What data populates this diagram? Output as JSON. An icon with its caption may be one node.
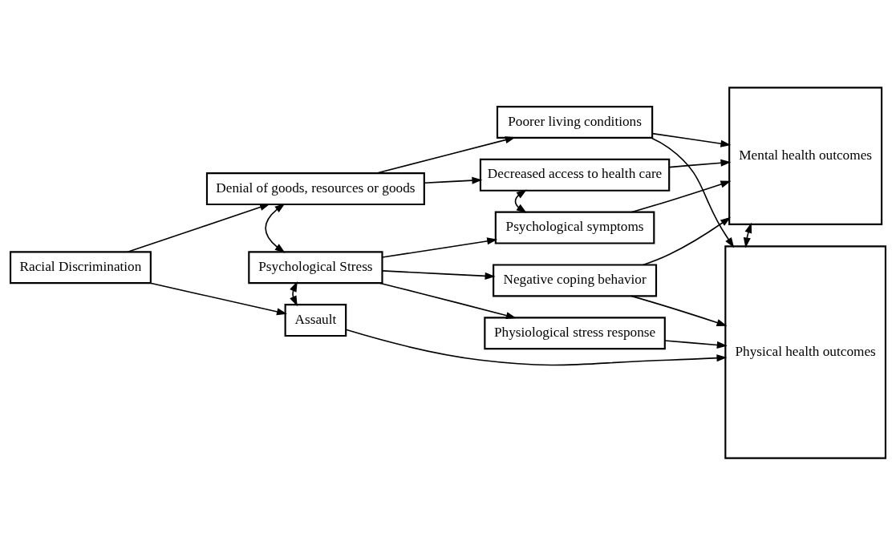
{
  "diagram": {
    "nodes": [
      {
        "text": [
          "Racial Discrimination"
        ]
      },
      {
        "text": [
          "Denial of goods, resources or goods"
        ]
      },
      {
        "text": [
          "Psychological Stress"
        ]
      },
      {
        "text": [
          "Assault"
        ]
      },
      {
        "text": [
          "Poorer living conditions"
        ]
      },
      {
        "text": [
          "Decreased access to health care"
        ]
      },
      {
        "text": [
          "Psychological symptoms"
        ]
      },
      {
        "text": [
          "Negative coping behavior"
        ]
      },
      {
        "text": [
          "Physiological stress response"
        ]
      },
      {
        "text": [
          "Mental health outcomes"
        ]
      },
      {
        "text": [
          "Physical health outcomes"
        ]
      }
    ],
    "edges": [
      {
        "from": 0,
        "to": 1,
        "arrow": "to"
      },
      {
        "from": 0,
        "to": 3,
        "arrow": "to"
      },
      {
        "from": 1,
        "to": 4,
        "arrow": "to"
      },
      {
        "from": 1,
        "to": 5,
        "arrow": "to"
      },
      {
        "from": 1,
        "to": 2,
        "arrow": "both"
      },
      {
        "from": 2,
        "to": 3,
        "arrow": "both"
      },
      {
        "from": 2,
        "to": 6,
        "arrow": "to"
      },
      {
        "from": 2,
        "to": 7,
        "arrow": "to"
      },
      {
        "from": 2,
        "to": 8,
        "arrow": "to"
      },
      {
        "from": 5,
        "to": 6,
        "arrow": "both"
      },
      {
        "from": 4,
        "to": 9,
        "arrow": "to"
      },
      {
        "from": 5,
        "to": 9,
        "arrow": "to"
      },
      {
        "from": 4,
        "to": 10,
        "arrow": "to"
      },
      {
        "from": 6,
        "to": 9,
        "arrow": "to"
      },
      {
        "from": 7,
        "to": 9,
        "arrow": "to"
      },
      {
        "from": 7,
        "to": 10,
        "arrow": "to"
      },
      {
        "from": 8,
        "to": 10,
        "arrow": "to"
      },
      {
        "from": 3,
        "to": 10,
        "arrow": "to"
      },
      {
        "from": 9,
        "to": 10,
        "arrow": "both"
      }
    ]
  }
}
